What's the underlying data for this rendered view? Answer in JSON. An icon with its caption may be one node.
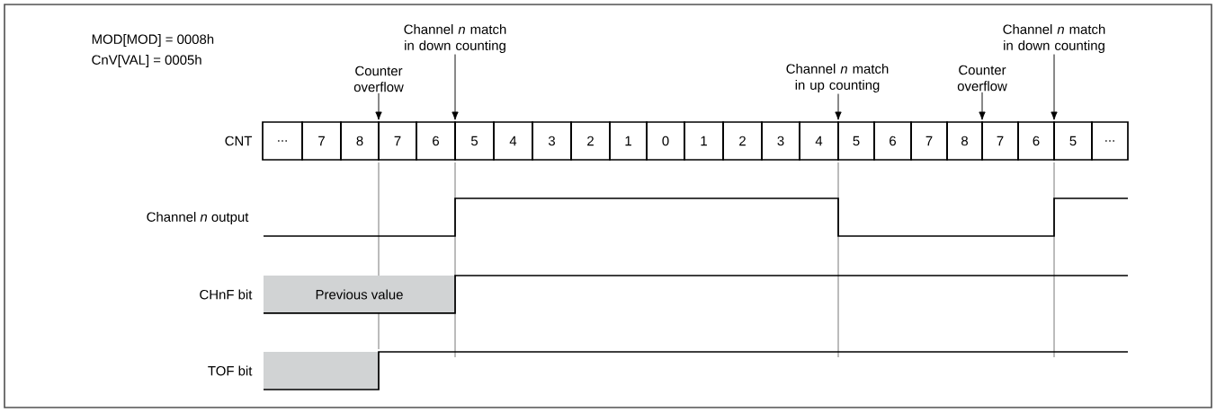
{
  "diagram": {
    "nodes": [
      {
        "text": [
          "..."
        ]
      },
      {
        "text": [
          "7"
        ]
      },
      {
        "text": [
          "8"
        ]
      },
      {
        "text": [
          "7"
        ]
      },
      {
        "text": [
          "6"
        ]
      },
      {
        "text": [
          "5"
        ]
      },
      {
        "text": [
          "4"
        ]
      },
      {
        "text": [
          "3"
        ]
      },
      {
        "text": [
          "2"
        ]
      },
      {
        "text": [
          "1"
        ]
      },
      {
        "text": [
          "0"
        ]
      },
      {
        "text": [
          "1"
        ]
      },
      {
        "text": [
          "2"
        ]
      },
      {
        "text": [
          "3"
        ]
      },
      {
        "text": [
          "4"
        ]
      },
      {
        "text": [
          "5"
        ]
      },
      {
        "text": [
          "6"
        ]
      },
      {
        "text": [
          "7"
        ]
      },
      {
        "text": [
          "8"
        ]
      },
      {
        "text": [
          "7"
        ]
      },
      {
        "text": [
          "6"
        ]
      },
      {
        "text": [
          "5"
        ]
      },
      {
        "text": [
          "..."
        ]
      },
      {
        "text": [
          "Previous value"
        ]
      },
      {
        "text": [],
        "shape": "box"
      },
      {
        "text": [
          "Counter overflow"
        ]
      },
      {
        "text": [
          "Channel *n* match in down counting"
        ]
      },
      {
        "text": [
          "Channel *n* match in up counting"
        ]
      },
      {
        "text": [
          "Counter overflow"
        ]
      },
      {
        "text": [
          "Channel *n* match in down counting"
        ]
      }
    ],
    "edges": [
      {
        "from": 25,
        "to": 2,
        "arrow": "to"
      },
      {
        "from": 26,
        "to": 4,
        "arrow": "to"
      },
      {
        "from": 27,
        "to": 15,
        "arrow": "to"
      },
      {
        "from": 28,
        "to": 18,
        "arrow": "to"
      },
      {
        "from": 29,
        "to": 20,
        "arrow": "to"
      }
    ],
    "labels": [
      "MOD[MOD] = 0008h",
      "CnV[VAL] = 0005h",
      "CNT",
      "Channel *n* output",
      "CHnF bit",
      "TOF bit"
    ]
  }
}
